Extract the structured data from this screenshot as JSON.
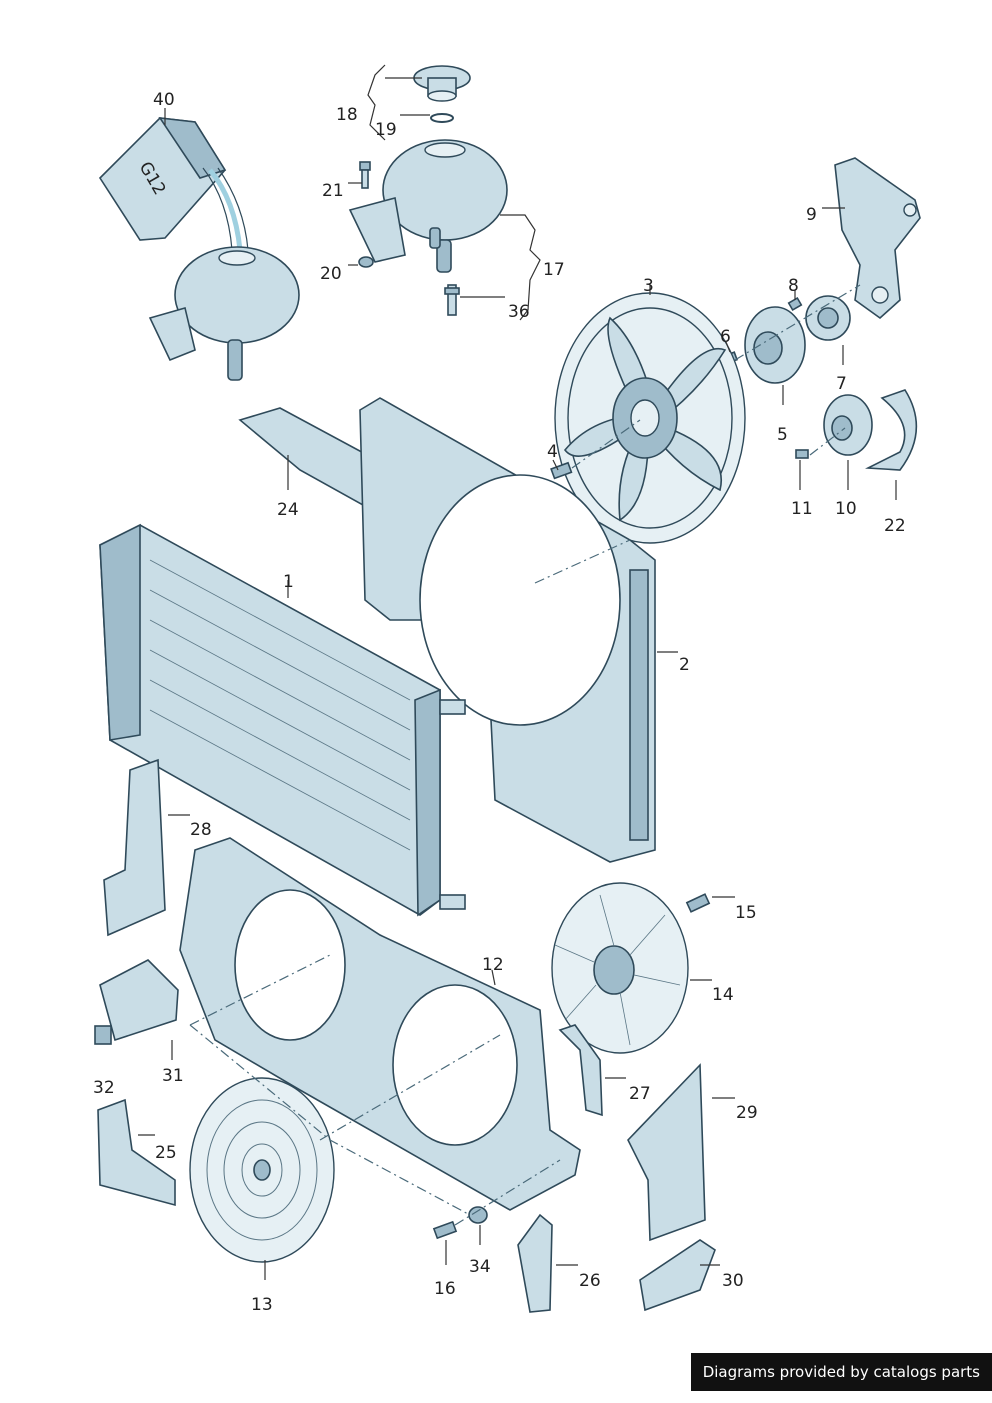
{
  "footer": {
    "credit": "Diagrams provided by catalogs parts"
  },
  "tank_label": "G12",
  "callouts": [
    {
      "id": "c40",
      "text": "40"
    },
    {
      "id": "c18",
      "text": "18"
    },
    {
      "id": "c19",
      "text": "19"
    },
    {
      "id": "c21",
      "text": "21"
    },
    {
      "id": "c20",
      "text": "20"
    },
    {
      "id": "c17",
      "text": "17"
    },
    {
      "id": "c36",
      "text": "36"
    },
    {
      "id": "c9",
      "text": "9"
    },
    {
      "id": "c8",
      "text": "8"
    },
    {
      "id": "c3",
      "text": "3"
    },
    {
      "id": "c6",
      "text": "6"
    },
    {
      "id": "c7",
      "text": "7"
    },
    {
      "id": "c5",
      "text": "5"
    },
    {
      "id": "c4",
      "text": "4"
    },
    {
      "id": "c11",
      "text": "11"
    },
    {
      "id": "c10",
      "text": "10"
    },
    {
      "id": "c22",
      "text": "22"
    },
    {
      "id": "c24",
      "text": "24"
    },
    {
      "id": "c1",
      "text": "1"
    },
    {
      "id": "c2",
      "text": "2"
    },
    {
      "id": "c28",
      "text": "28"
    },
    {
      "id": "c15",
      "text": "15"
    },
    {
      "id": "c12",
      "text": "12"
    },
    {
      "id": "c14",
      "text": "14"
    },
    {
      "id": "c32",
      "text": "32"
    },
    {
      "id": "c31",
      "text": "31"
    },
    {
      "id": "c27",
      "text": "27"
    },
    {
      "id": "c29",
      "text": "29"
    },
    {
      "id": "c25",
      "text": "25"
    },
    {
      "id": "c13",
      "text": "13"
    },
    {
      "id": "c16",
      "text": "16"
    },
    {
      "id": "c34",
      "text": "34"
    },
    {
      "id": "c26",
      "text": "26"
    },
    {
      "id": "c30",
      "text": "30"
    }
  ]
}
